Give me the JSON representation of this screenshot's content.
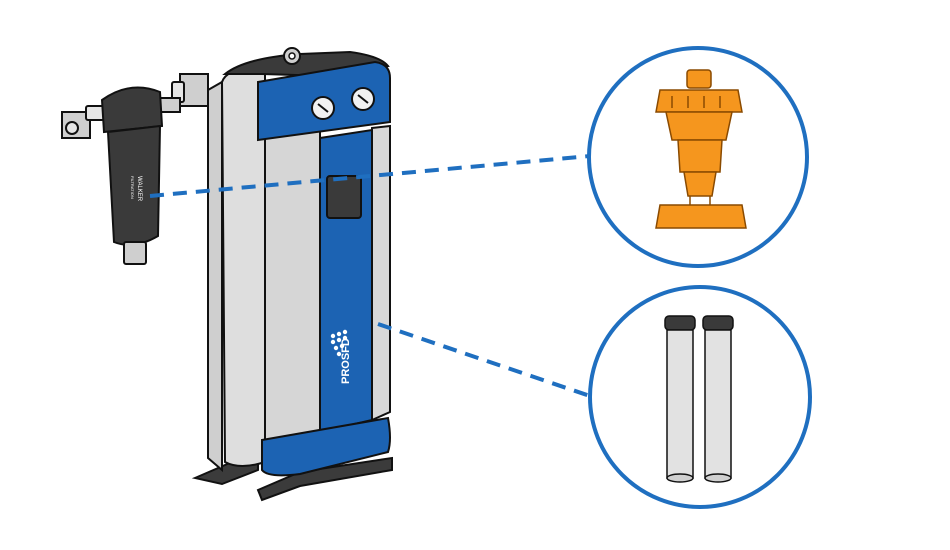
{
  "diagram": {
    "colors": {
      "accent_blue": "#1f6fc0",
      "panel_blue": "#1c63b3",
      "body_grey": "#dcdcdc",
      "outline": "#111111",
      "filter_dark": "#3a3a3a",
      "orange": "#f5961e"
    },
    "brand": {
      "product_name": "PROSFD",
      "filter_brand_line1": "WALKER",
      "filter_brand_line2": "FILTRATION"
    },
    "callouts": [
      {
        "name": "silencer-component",
        "icon": "orange-silencer-valve"
      },
      {
        "name": "filter-cartridges",
        "icon": "pair-of-cylindrical-cartridges"
      }
    ]
  }
}
